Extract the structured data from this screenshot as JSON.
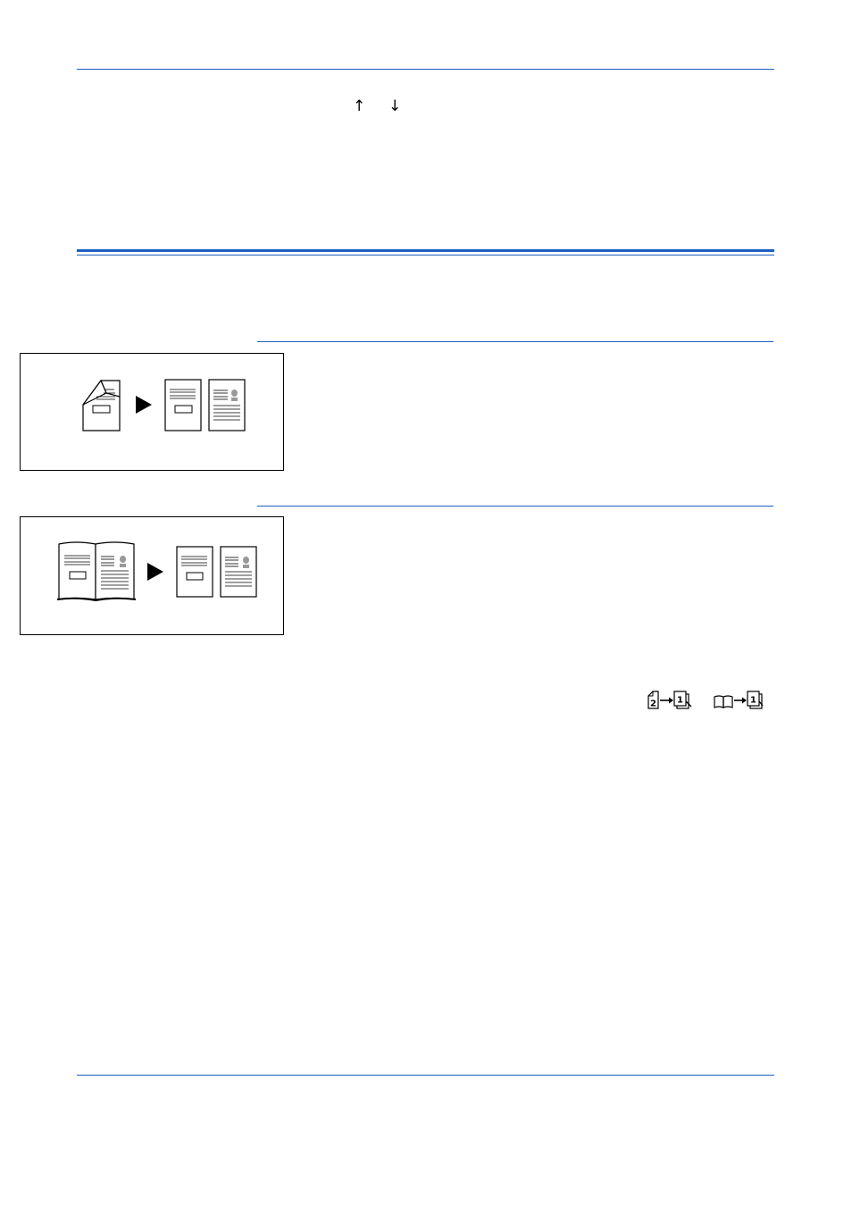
{
  "page": {
    "up_arrow": "↑",
    "down_arrow": "↓"
  },
  "colors": {
    "rule": "#1f5fbf",
    "ink": "#000000",
    "photo": "#999999"
  },
  "figures": [
    {
      "name": "duplex-to-split-figure",
      "icon": "two-sided-original-to-two-pages"
    },
    {
      "name": "book-to-split-figure",
      "icon": "open-book-to-two-pages"
    }
  ],
  "mode_icons": [
    {
      "name": "duplex-to-split-icon",
      "icon": "page-2-to-page-1"
    },
    {
      "name": "book-to-split-icon",
      "icon": "book-to-page-1"
    }
  ]
}
